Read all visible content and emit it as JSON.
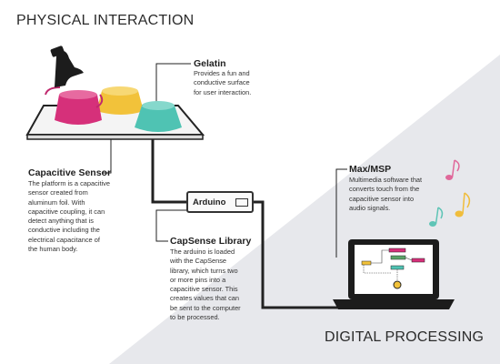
{
  "headings": {
    "physical": "PHYSICAL INTERACTION",
    "digital": "DIGITAL PROCESSING"
  },
  "gelatin": {
    "title": "Gelatin",
    "body": "Provides a fun and\nconductive surface\nfor user interaction."
  },
  "capacitive_sensor": {
    "title": "Capacitive Sensor",
    "body": "The platform is a capacitive\nsensor created from\naluminum foil. With\ncapacitive coupling, it can\ndetect anything that is\nconductive including the\nelectrical capacitance of\nthe human body."
  },
  "arduino": {
    "label": "Arduino"
  },
  "capsense": {
    "title": "CapSense Library",
    "body": "The arduino is loaded\nwith the CapSense\nlibrary, which turns two\nor more pins into a\ncapacitive sensor. This\ncreates values that can\nbe sent to the computer\nto be processed."
  },
  "maxmsp": {
    "title": "Max/MSP",
    "body": "Multimedia software that\nconverts touch from the\ncapacitive sensor into\naudio signals."
  },
  "colors": {
    "magenta": "#d6307a",
    "yellow": "#f2c23a",
    "teal": "#4fc3b3",
    "gray_triangle": "#e7e8ec",
    "line": "#222222",
    "note_pink": "#e0689a",
    "note_yellow": "#f0bd3c",
    "note_teal": "#5ec4b6"
  },
  "icons": [
    "hand-pointer-icon",
    "music-note-icon",
    "laptop-icon",
    "arduino-board-icon"
  ]
}
